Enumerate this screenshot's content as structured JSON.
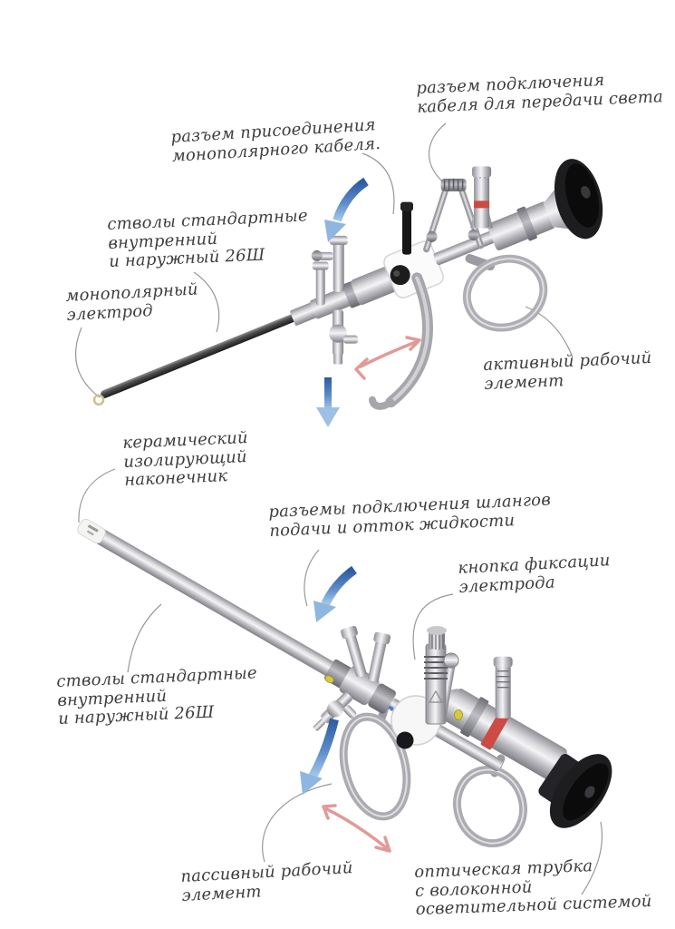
{
  "page": {
    "type": "labeled medical instrument diagram",
    "background": "#ffffff"
  },
  "figure_top": {
    "labels": {
      "light_cable": "разъем подключения\nкабеля для передачи света",
      "monopolar_cable": "разъем присоединения\nмонополярного кабеля.",
      "barrels": "стволы стандартные\nвнутренний\nи наружный 26Ш",
      "electrode": "монополярный\nэлектрод",
      "active_element": "активный рабочий\nэлемент"
    }
  },
  "figure_bottom": {
    "labels": {
      "ceramic_tip": "керамический\nизолирующий\nнаконечник",
      "hose_connectors": "разъемы подключения шлангов\nподачи и отток жидкости",
      "fixation_button": "кнопка фиксации\nэлектрода",
      "barrels": "стволы стандартные\nвнутренний\nи наружный 26Ш",
      "passive_element": "пассивный рабочий\nэлемент",
      "optical_tube": "оптическая трубка\nс волоконной\nосветительной системой"
    }
  },
  "colors": {
    "text": "#3e3e40",
    "leader_line": "#98989a",
    "arrow_blue_dark": "#2c5ba0",
    "arrow_blue_light": "#a6c9ea",
    "arrow_pink": "#e29a98",
    "red_ring": "#cc4b44",
    "yellow_marker": "#d6c93e",
    "ceramic_white": "#fbfbfb",
    "metal_light": "#d8d8dc",
    "metal_dark": "#6f6f76",
    "eyecup_black": "#1d1d1f",
    "background": "#ffffff"
  }
}
